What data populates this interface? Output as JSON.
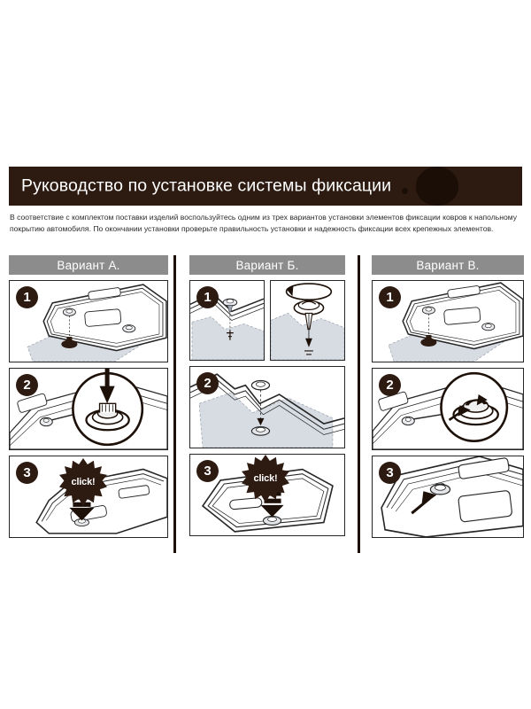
{
  "document": {
    "title": "Руководство по установке системы фиксации",
    "intro": "В соответствие с комплектом поставки изделий воспользуйтесь одним из трех вариантов установки элементов фиксации ковров к напольному покрытию автомобиля. По окончании установки проверьте правильность установки и надежность фиксации всех крепежных элементов."
  },
  "colors": {
    "banner_background": "#2d1b11",
    "banner_text": "#ffffff",
    "column_header_background": "#8c8c8c",
    "column_header_text": "#ffffff",
    "panel_border": "#262626",
    "badge_background": "#2d1b11",
    "mat_fill": "#d7dbe2",
    "page_background": "#ffffff"
  },
  "columns": [
    {
      "id": "variant-a",
      "header": "Вариант А.",
      "steps": [
        {
          "number": "1",
          "art": "mat-with-fastener-below",
          "label": ""
        },
        {
          "number": "2",
          "art": "magnifier-press-down",
          "label": ""
        },
        {
          "number": "3",
          "art": "click-press-arrow",
          "label": "click!"
        }
      ]
    },
    {
      "id": "variant-b",
      "header": "Вариант Б.",
      "steps": [
        {
          "number": "1",
          "art": "screw-into-floor-split",
          "label": ""
        },
        {
          "number": "2",
          "art": "pin-align-above-base",
          "label": ""
        },
        {
          "number": "3",
          "art": "click-press-arrow",
          "label": "click!"
        }
      ]
    },
    {
      "id": "variant-c",
      "header": "Вариант В.",
      "steps": [
        {
          "number": "1",
          "art": "mat-with-fastener-below",
          "label": ""
        },
        {
          "number": "2",
          "art": "magnifier-twist-rotate",
          "label": ""
        },
        {
          "number": "3",
          "art": "installed-fastener-arrow",
          "label": ""
        }
      ]
    }
  ]
}
